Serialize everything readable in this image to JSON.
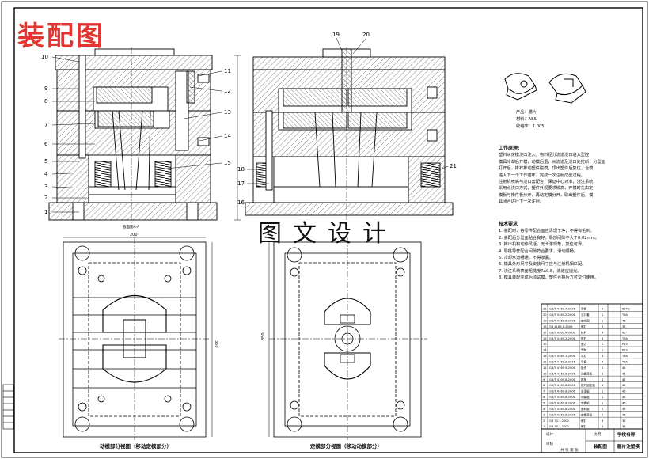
{
  "drawing_title": "装配图",
  "watermark": "图文设计",
  "callouts_left": [
    "1",
    "2",
    "3",
    "4",
    "5",
    "6",
    "7",
    "8",
    "9",
    "10",
    "11",
    "12",
    "13",
    "14",
    "15"
  ],
  "callouts_right": [
    "16",
    "17",
    "18",
    "19",
    "20",
    "21"
  ],
  "section_caption": "截面图A-A",
  "product_info": {
    "name": "产品：膳片",
    "material": "材料：ABS",
    "shrink": "收缩率：1.005"
  },
  "work_process": {
    "title": "工作原理:",
    "lines": [
      "塑料从定模浇口注入，物料经分流道浇口进入型腔",
      "模具冷却后开模，动模后退，从流道及浇口处拉断，分型面",
      "打开后，推杆推动塑件脱模，顶出塑件后复位，合模",
      "进入下一个工作循环，完成一次注射成型过程。",
      "注射机喷嘴与浇口套配合，保证中心对准，浇注系统",
      "采用点浇口方式，塑件外观要求较高，开模时先由定",
      "模板与推件板分开，再动定模分开，取出塑件后，模",
      "具闭合进行下一次注射。"
    ]
  },
  "tech_req": {
    "title": "技术要求",
    "lines": [
      "1. 装配时，各零件配合面应清理干净，不得有毛刺。",
      "2. 装配后分型面贴合良好，局部间隙不大于0.02mm。",
      "3. 推出机构动作灵活，无卡滞现象，复位可靠。",
      "4. 导柱导套配合间隙符合要求，滑动顺畅。",
      "5. 冷却水道畅通，不得渗漏。",
      "6. 模具外形尺寸及安装尺寸应与注射机相匹配。",
      "7. 浇注系统表面粗糙度Ra0.8，流道应抛光。",
      "8. 模具装配完成后须试模，塑件合格后方可交付使用。"
    ]
  },
  "view_captions": {
    "moving": "动模部分视图（移动定模部分）",
    "fixed": "定模部分视图（移动动模部分）"
  },
  "dimensions": {
    "width": "200",
    "height": "350"
  },
  "bom_rows": [
    {
      "no": "21",
      "std": "GB/T 4169.4-2006",
      "name": "弹簧",
      "qty": "4",
      "mat": "65Mn"
    },
    {
      "no": "20",
      "std": "GB/T 4169.2-2006",
      "name": "浇口套",
      "qty": "1",
      "mat": "T8A"
    },
    {
      "no": "19",
      "std": "GB/T 4169.6-2006",
      "name": "定位圈",
      "qty": "1",
      "mat": "45"
    },
    {
      "no": "18",
      "std": "GB 4169.1-2006",
      "name": "螺钉",
      "qty": "4",
      "mat": "35"
    },
    {
      "no": "17",
      "std": "GB/T 4169.4-2006",
      "name": "拉杆",
      "qty": "4",
      "mat": "45"
    },
    {
      "no": "16",
      "std": "GB/T 4169.3-2006",
      "name": "推杆",
      "qty": "8",
      "mat": "T8A"
    },
    {
      "no": "15",
      "std": "",
      "name": "型芯",
      "qty": "2",
      "mat": "P20"
    },
    {
      "no": "14",
      "std": "",
      "name": "型腔",
      "qty": "2",
      "mat": "P20"
    },
    {
      "no": "13",
      "std": "GB/T 4169.1-2006",
      "name": "导柱",
      "qty": "4",
      "mat": "T8A"
    },
    {
      "no": "12",
      "std": "GB/T 4169.2-2006",
      "name": "导套",
      "qty": "4",
      "mat": "T8A"
    },
    {
      "no": "11",
      "std": "GB/T 4169.9-2006",
      "name": "垫块",
      "qty": "2",
      "mat": "45"
    },
    {
      "no": "10",
      "std": "GB/T 4169.8-2006",
      "name": "动模座板",
      "qty": "1",
      "mat": "45"
    },
    {
      "no": "9",
      "std": "GB/T 4169.8-2006",
      "name": "推板",
      "qty": "1",
      "mat": "45"
    },
    {
      "no": "8",
      "std": "GB/T 4169.8-2006",
      "name": "推杆固定板",
      "qty": "1",
      "mat": "45"
    },
    {
      "no": "7",
      "std": "GB/T 4169.8-2006",
      "name": "支承板",
      "qty": "1",
      "mat": "45"
    },
    {
      "no": "6",
      "std": "GB/T 4169.8-2006",
      "name": "动模板",
      "qty": "1",
      "mat": "45"
    },
    {
      "no": "5",
      "std": "GB/T 4169.8-2006",
      "name": "定模板",
      "qty": "1",
      "mat": "45"
    },
    {
      "no": "4",
      "std": "GB/T 4169.8-2006",
      "name": "脱料板",
      "qty": "1",
      "mat": "45"
    },
    {
      "no": "3",
      "std": "GB/T 4169.8-2006",
      "name": "定模座板",
      "qty": "1",
      "mat": "45"
    },
    {
      "no": "2",
      "std": "GB 70.1-2000",
      "name": "螺钉",
      "qty": "6",
      "mat": "35"
    },
    {
      "no": "1",
      "std": "GB 70.1-2000",
      "name": "螺钉",
      "qty": "4",
      "mat": "35"
    }
  ],
  "title_block": {
    "org": "学校名称",
    "drawing": "装配图",
    "part": "膳片注塑模",
    "label_design": "设计",
    "label_check": "审核",
    "label_scale": "比例",
    "label_sheet": "共 张 第 张"
  }
}
